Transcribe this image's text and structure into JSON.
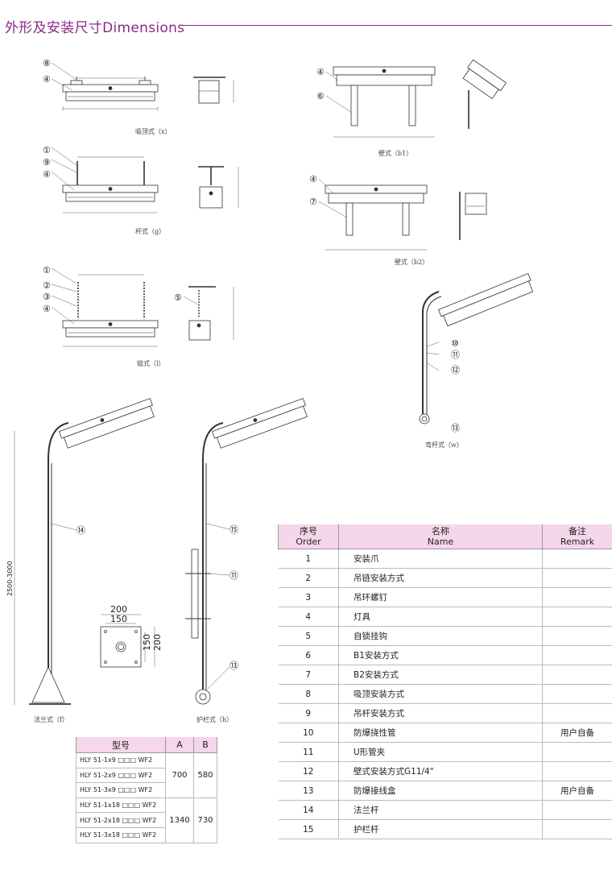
{
  "header": {
    "title": "外形及安装尺寸Dimensions"
  },
  "captions": {
    "x": "吸顶式（x）",
    "g": "杆式（g）",
    "l": "链式（l）",
    "b1": "壁式（b1）",
    "b2": "壁式（b2）",
    "w": "弯杆式（w）",
    "f": "法兰式（f）",
    "h": "护栏式（h）"
  },
  "callouts": {
    "x": [
      "⑧",
      "④"
    ],
    "g": [
      "①",
      "⑨",
      "④"
    ],
    "l": [
      "①",
      "②",
      "③",
      "④",
      "⑤"
    ],
    "b1": [
      "④",
      "⑥"
    ],
    "b2": [
      "④",
      "⑦"
    ],
    "w": [
      "⑩",
      "⑪",
      "⑫",
      "⑬"
    ],
    "f": [
      "⑭"
    ],
    "h": [
      "⑮",
      "⑪",
      "⑬"
    ]
  },
  "flange_dims": {
    "outer": "200",
    "inner": "150",
    "side_outer": "200",
    "side_inner": "150"
  },
  "pole_height": "2500-3000",
  "parts_table": {
    "headers": {
      "order_cn": "序号",
      "order_en": "Order",
      "name_cn": "名称",
      "name_en": "Name",
      "remark_cn": "备注",
      "remark_en": "Remark"
    },
    "rows": [
      {
        "order": "1",
        "name": "安装爪",
        "remark": ""
      },
      {
        "order": "2",
        "name": "吊链安装方式",
        "remark": ""
      },
      {
        "order": "3",
        "name": "吊环螺钉",
        "remark": ""
      },
      {
        "order": "4",
        "name": "灯具",
        "remark": ""
      },
      {
        "order": "5",
        "name": "自锁挂钩",
        "remark": ""
      },
      {
        "order": "6",
        "name": "B1安装方式",
        "remark": ""
      },
      {
        "order": "7",
        "name": "B2安装方式",
        "remark": ""
      },
      {
        "order": "8",
        "name": "吸顶安装方式",
        "remark": ""
      },
      {
        "order": "9",
        "name": "吊杆安装方式",
        "remark": ""
      },
      {
        "order": "10",
        "name": "防爆挠性管",
        "remark": "用户自备"
      },
      {
        "order": "11",
        "name": "U形管夹",
        "remark": ""
      },
      {
        "order": "12",
        "name": "壁式安装方式G11/4\"",
        "remark": ""
      },
      {
        "order": "13",
        "name": "防爆接线盒",
        "remark": "用户自备"
      },
      {
        "order": "14",
        "name": "法兰杆",
        "remark": ""
      },
      {
        "order": "15",
        "name": "护栏杆",
        "remark": ""
      }
    ]
  },
  "model_table": {
    "headers": {
      "model": "型号",
      "a": "A",
      "b": "B"
    },
    "groups": [
      {
        "models": [
          "HLY 51-1x9 □□□ WF2",
          "HLY 51-2x9 □□□ WF2",
          "HLY 51-3x9 □□□ WF2"
        ],
        "a": "700",
        "b": "580"
      },
      {
        "models": [
          "HLY 51-1x18 □□□ WF2",
          "HLY 51-2x18 □□□ WF2",
          "HLY 51-3x18 □□□ WF2"
        ],
        "a": "1340",
        "b": "730"
      }
    ]
  }
}
